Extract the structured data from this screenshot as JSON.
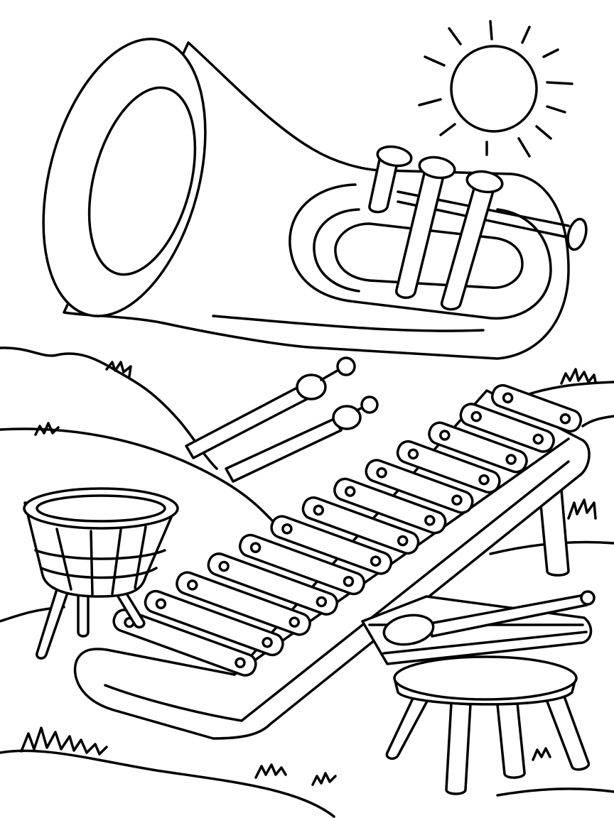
{
  "page": {
    "background_color": "#ffffff",
    "line_color": "#000000"
  },
  "scene": {
    "style": "black-and-white line-art coloring page",
    "objects": [
      "sun-icon",
      "tuba-icon",
      "xylophone-icon",
      "mallet-icon",
      "drum-icon",
      "stool-icon",
      "hills",
      "grass-tufts"
    ],
    "xylophone_bar_count": 13,
    "tuba_valve_count": 3,
    "mallet_count": 3
  }
}
